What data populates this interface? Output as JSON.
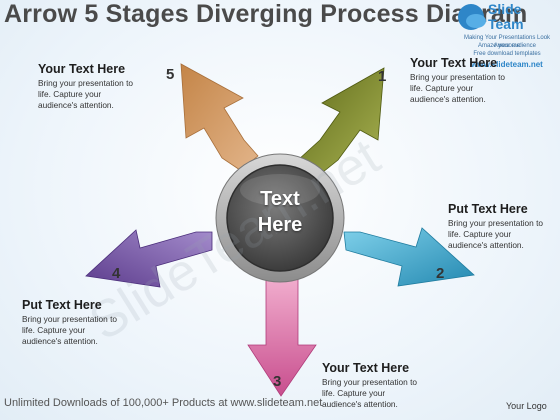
{
  "title": "Arrow 5 Stages Diverging Process Diagram",
  "logo": {
    "name_line1": "Slide",
    "name_line2": "Team",
    "tagline_1": "Making Your Presentations Look Awesome",
    "tagline_2": "Amaze your audience",
    "tagline_3": "Free download templates",
    "url": "www.slideteam.net"
  },
  "center": {
    "line1": "Text",
    "line2": "Here"
  },
  "stages": [
    {
      "number": "1",
      "heading": "Your Text Here",
      "body": [
        "Bring your presentation to",
        "life. Capture your",
        "audience's attention."
      ]
    },
    {
      "number": "2",
      "heading": "Put Text Here",
      "body": [
        "Bring your presentation to",
        "life. Capture your",
        "audience's attention."
      ]
    },
    {
      "number": "3",
      "heading": "Your Text Here",
      "body": [
        "Bring your presentation to",
        "life. Capture your",
        "audience's attention."
      ]
    },
    {
      "number": "4",
      "heading": "Put Text Here",
      "body": [
        "Bring your presentation to",
        "life. Capture your",
        "audience's attention."
      ]
    },
    {
      "number": "5",
      "heading": "Your Text Here",
      "body": [
        "Bring your presentation to",
        "life. Capture your",
        "audience's attention."
      ]
    }
  ],
  "colors": {
    "stage_1": "#7f8a2a",
    "stage_2": "#3aa6c9",
    "stage_3": "#d86aa4",
    "stage_4": "#7a5aa6",
    "stage_5": "#c8884e",
    "center_ring": "#b8b8b8",
    "center_fill": "#4e4e4e"
  },
  "watermark": "SlideTeam.net",
  "footer": {
    "left": "Unlimited Downloads of 100,000+ Products at www.slideteam.net",
    "right": "Your Logo"
  }
}
